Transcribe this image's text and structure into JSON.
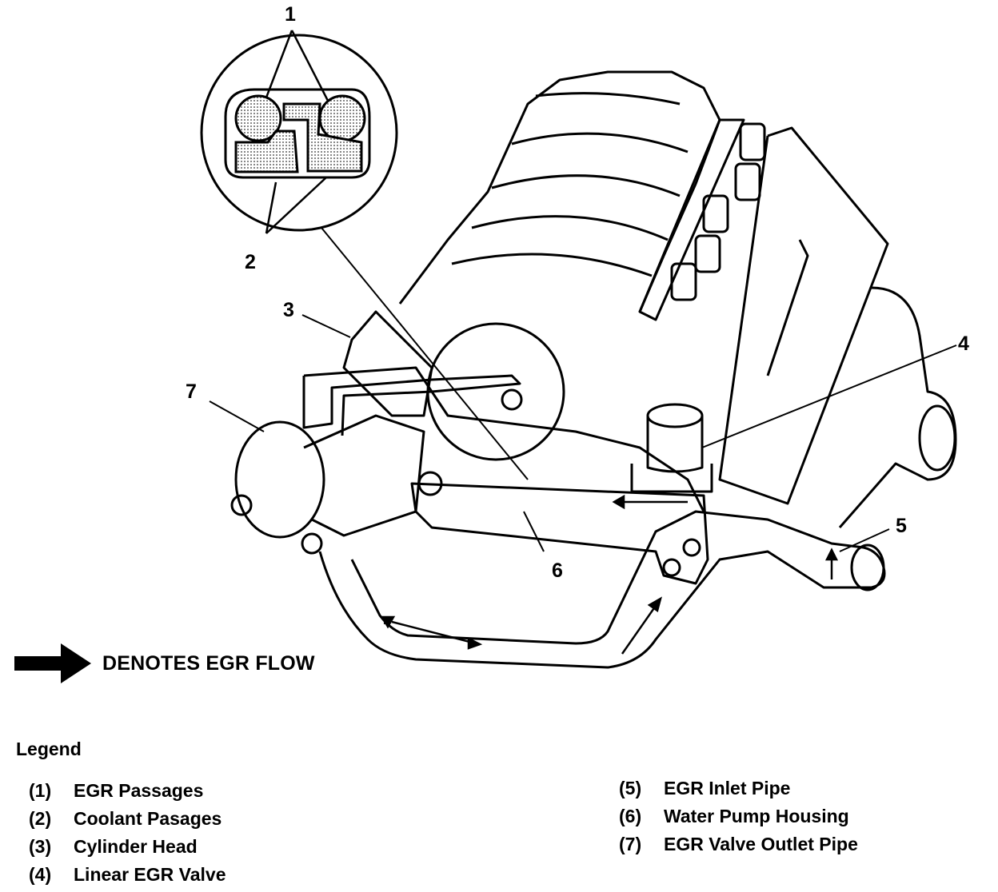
{
  "callouts": [
    "1",
    "2",
    "3",
    "4",
    "5",
    "6",
    "7"
  ],
  "flow_note": "DENOTES EGR FLOW",
  "legend": {
    "title": "Legend",
    "left": [
      {
        "num": "(1)",
        "label": "EGR Passages"
      },
      {
        "num": "(2)",
        "label": "Coolant Pasages"
      },
      {
        "num": "(3)",
        "label": "Cylinder Head"
      },
      {
        "num": "(4)",
        "label": "Linear EGR Valve"
      }
    ],
    "right": [
      {
        "num": "(5)",
        "label": "EGR Inlet Pipe"
      },
      {
        "num": "(6)",
        "label": "Water Pump Housing"
      },
      {
        "num": "(7)",
        "label": "EGR Valve Outlet Pipe"
      }
    ]
  }
}
